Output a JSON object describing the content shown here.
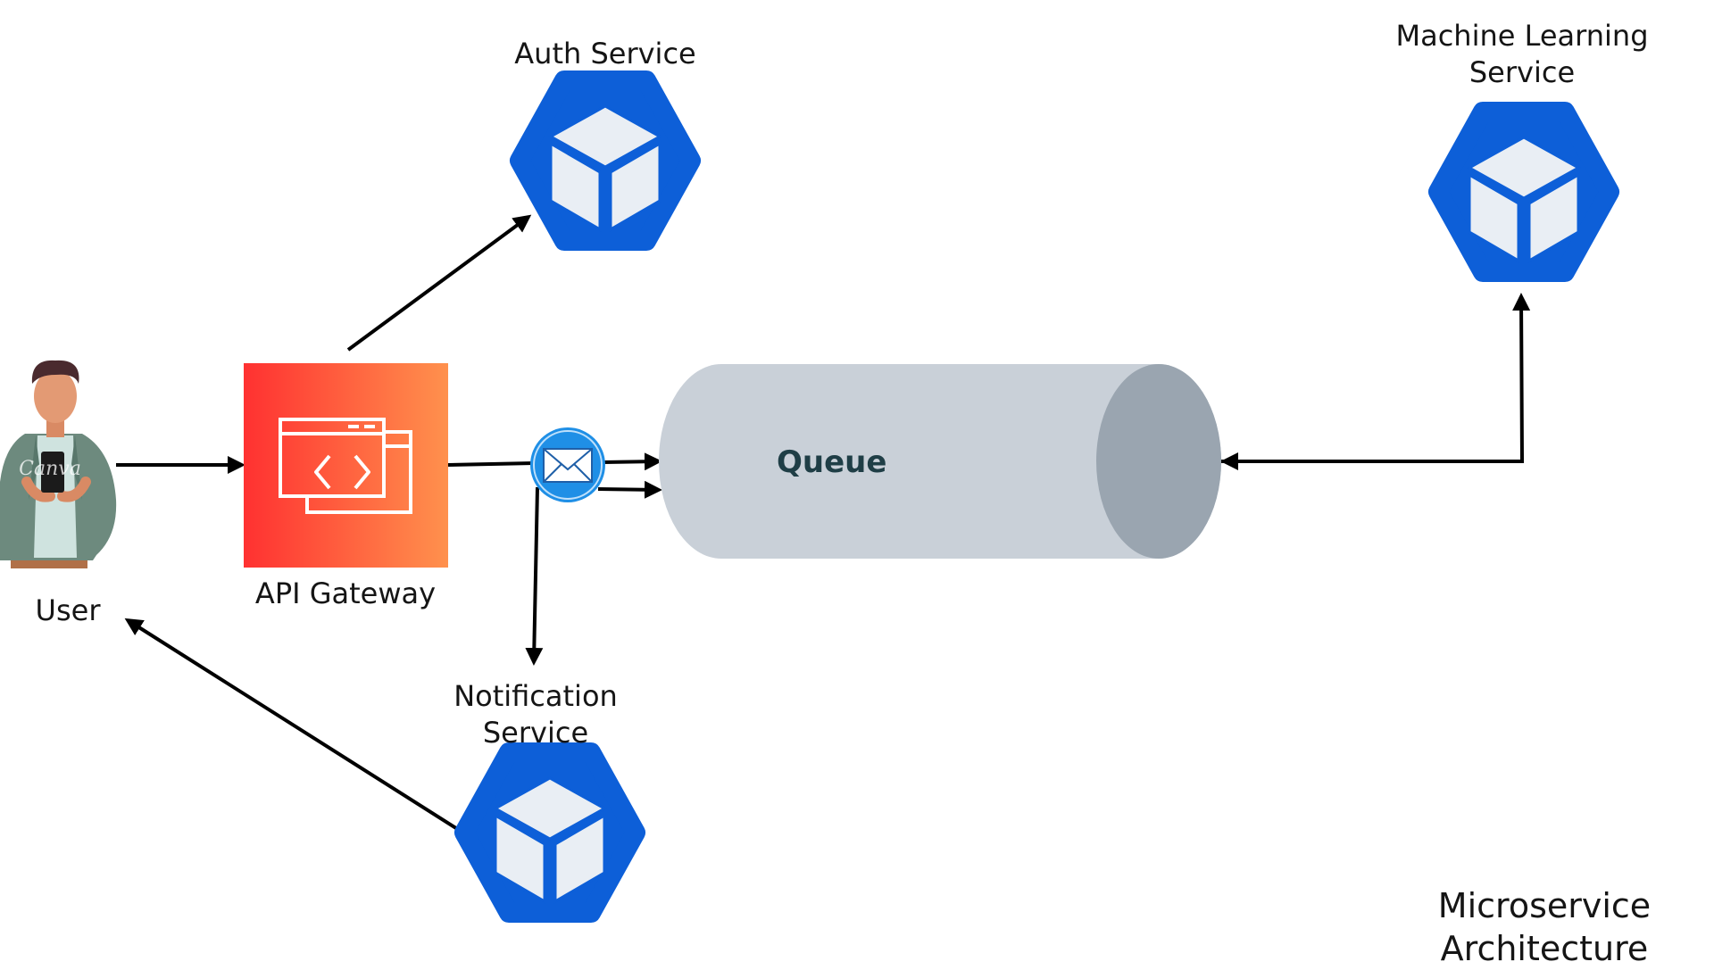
{
  "nodes": {
    "user": {
      "label": "User",
      "watermark": "Canva"
    },
    "api_gateway": {
      "label": "API Gateway"
    },
    "auth_service": {
      "label": "Auth Service"
    },
    "ml_service": {
      "label_line1": "Machine Learning",
      "label_line2": "Service"
    },
    "notification_service": {
      "label_line1": "Notification",
      "label_line2": "Service"
    },
    "queue": {
      "label": "Queue"
    },
    "mail": {
      "icon": "envelope-icon"
    }
  },
  "caption": {
    "line1": "Microservice",
    "line2": "Architecture"
  },
  "colors": {
    "service_blue": "#0d5fd8",
    "gateway_start": "#ff3131",
    "gateway_end": "#ff914d",
    "queue_body": "#c9d0d8",
    "queue_end": "#9aa5b0",
    "queue_text": "#1f3e46",
    "mail_circle": "#1f8fe6"
  },
  "edges": [
    {
      "from": "user",
      "to": "api_gateway"
    },
    {
      "from": "api_gateway",
      "to": "auth_service"
    },
    {
      "from": "api_gateway",
      "to": "queue"
    },
    {
      "from": "api_gateway",
      "to": "notification_service"
    },
    {
      "from": "queue",
      "to": "ml_service"
    },
    {
      "from": "notification_service",
      "to": "user"
    }
  ]
}
